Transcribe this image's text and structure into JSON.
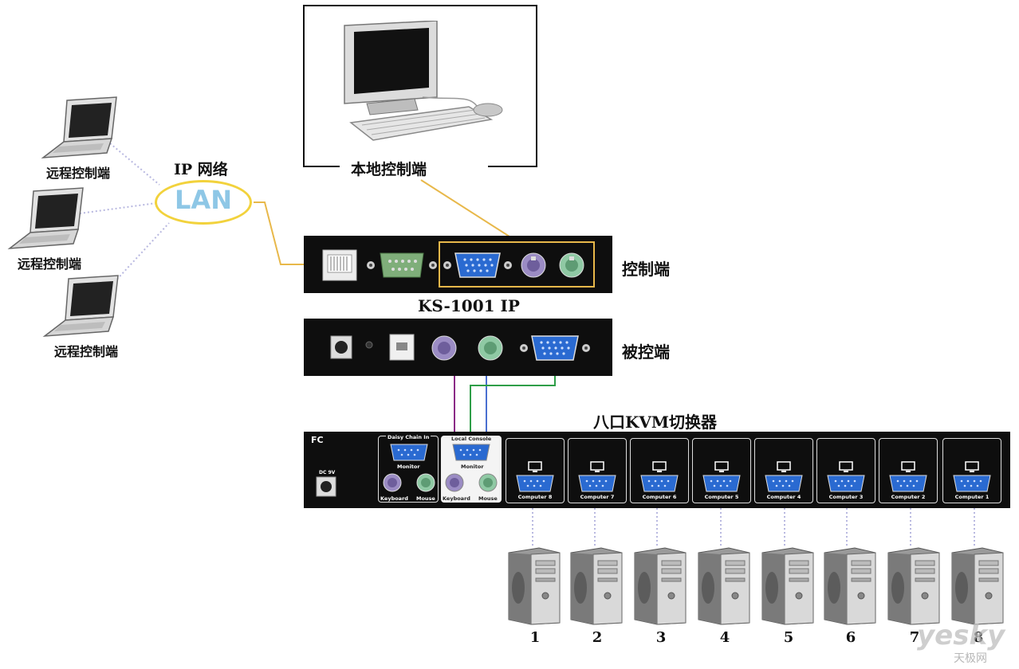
{
  "local_console": {
    "label": "本地控制端"
  },
  "network": {
    "label": "IP 网络",
    "lan": "LAN"
  },
  "remote_consoles": [
    {
      "label": "远程控制端"
    },
    {
      "label": "远程控制端"
    },
    {
      "label": "远程控制端"
    }
  ],
  "ip_kvm": {
    "model": "KS-1001 IP",
    "console_side_label": "控制端",
    "controlled_side_label": "被控端"
  },
  "kvm_switch": {
    "title": "八口KVM切换器",
    "fcc": "FC",
    "dc_label": "DC 9V",
    "daisy_chain": {
      "title": "Daisy Chain In",
      "monitor": "Monitor",
      "keyboard": "Keyboard",
      "mouse": "Mouse"
    },
    "local_console": {
      "title": "Local Console",
      "monitor": "Monitor",
      "keyboard": "Keyboard",
      "mouse": "Mouse"
    },
    "computer_ports": [
      "Computer 8",
      "Computer 7",
      "Computer 6",
      "Computer 5",
      "Computer 4",
      "Computer 3",
      "Computer 2",
      "Computer 1"
    ]
  },
  "computers": [
    "1",
    "2",
    "3",
    "4",
    "5",
    "6",
    "7",
    "8"
  ],
  "watermark": {
    "main": "yesky",
    "sub": "天极网"
  },
  "colors": {
    "lan_ellipse": "#f2d23c",
    "lan_text": "#8ec7e6",
    "link_line": "#e8b84a",
    "vga_blue": "#2a6ad1",
    "ps2_purple": "#9b8cc4",
    "ps2_green": "#8fc9a4",
    "cable_purple": "#8b2a86",
    "cable_green": "#2e9e48",
    "cable_blue": "#4a6fd0"
  }
}
